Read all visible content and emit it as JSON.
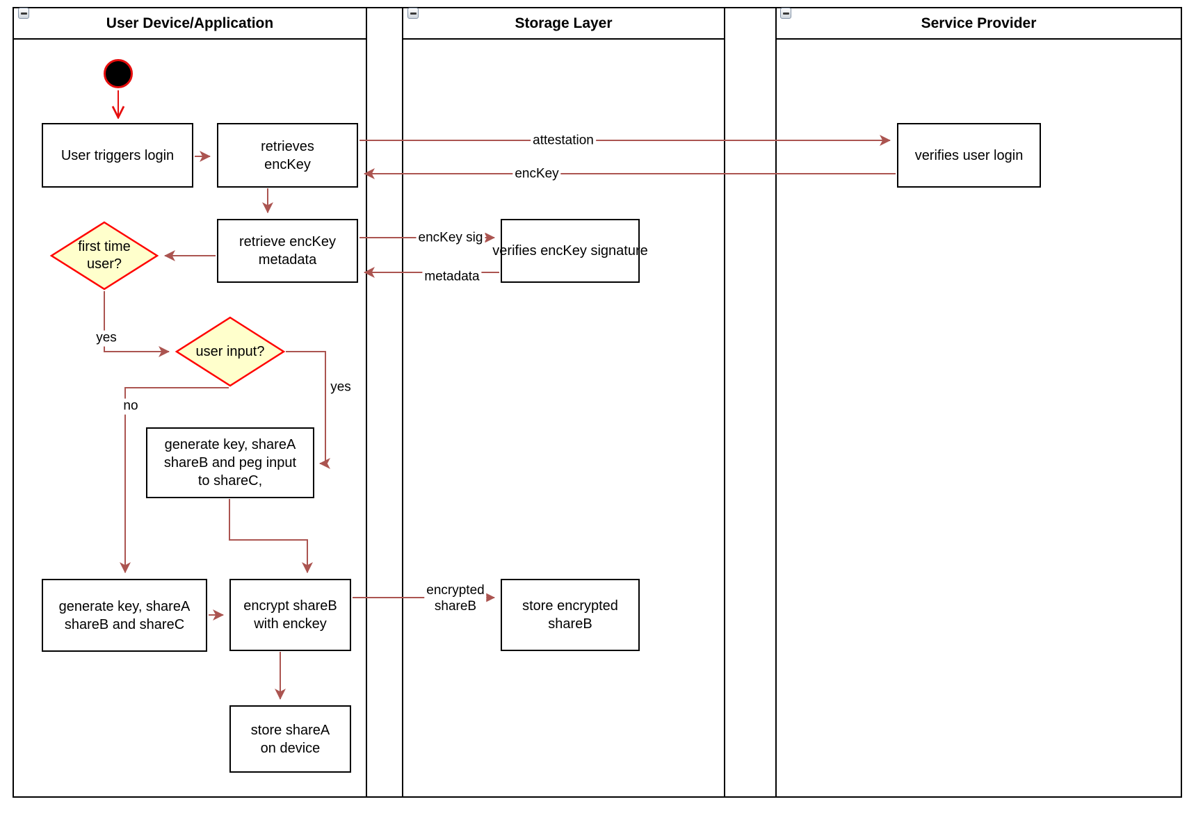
{
  "lanes": [
    {
      "label": "User Device/Application"
    },
    {
      "label": "Storage Layer"
    },
    {
      "label": "Service Provider"
    }
  ],
  "nodes": {
    "user_triggers_login": "User triggers login",
    "retrieves_enckey": "retrieves\nencKey",
    "retrieve_enckey_metadata": "retrieve encKey\nmetadata",
    "verifies_enckey_signature": "verifies encKey signature",
    "verifies_user_login": "verifies user login",
    "generate_peg": "generate key, shareA\nshareB and peg input\nto shareC,",
    "generate_shares": "generate key, shareA\nshareB and shareC",
    "encrypt_shareb": "encrypt shareB\nwith enckey",
    "store_encrypted_shareb": "store encrypted\nshareB",
    "store_sharea": "store shareA\non device"
  },
  "decisions": {
    "first_time_user": "first time\nuser?",
    "user_input": "user input?"
  },
  "edge_labels": {
    "attestation": "attestation",
    "enckey": "encKey",
    "enckey_sig": "encKey sig",
    "metadata": "metadata",
    "yes_first_time": "yes",
    "no_user_input": "no",
    "yes_user_input": "yes",
    "encrypted_shareb": "encrypted\nshareB"
  },
  "colors": {
    "flow_arrow": "#ab5450",
    "start_arrow": "#e60d0d",
    "decision_fill": "#ffffcc",
    "decision_border": "#ff0000",
    "node_border": "#000000",
    "start_fill": "#000000"
  }
}
